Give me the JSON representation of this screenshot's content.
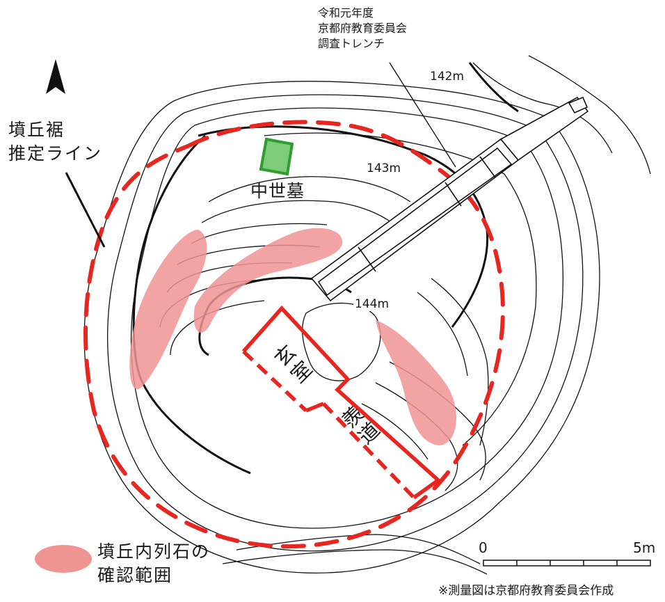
{
  "labels": {
    "funkyu_suso": [
      "墳丘裾",
      "推定ライン"
    ],
    "trench_note": [
      "令和元年度",
      "京都府教育委員会",
      "調査トレンチ"
    ],
    "contour_142": "142m",
    "contour_143": "143m",
    "contour_144": "144m",
    "medieval_tomb": "中世墓",
    "genshitsu": "玄室",
    "sendo": "羨道"
  },
  "legend": {
    "stone_row_line1": "墳丘内列石の",
    "stone_row_line2": "確認範囲",
    "swatch_color": "#ee9493"
  },
  "scale_bar": {
    "start": "0",
    "end": "5m"
  },
  "credit": "※測量図は京都府教育委員会作成",
  "colors": {
    "estimated_line": "#e8261f",
    "stone_range": "#ee9493",
    "tomb": "#4caf50",
    "contour": "#111111"
  },
  "icons": {
    "north": "north-arrow-icon"
  }
}
